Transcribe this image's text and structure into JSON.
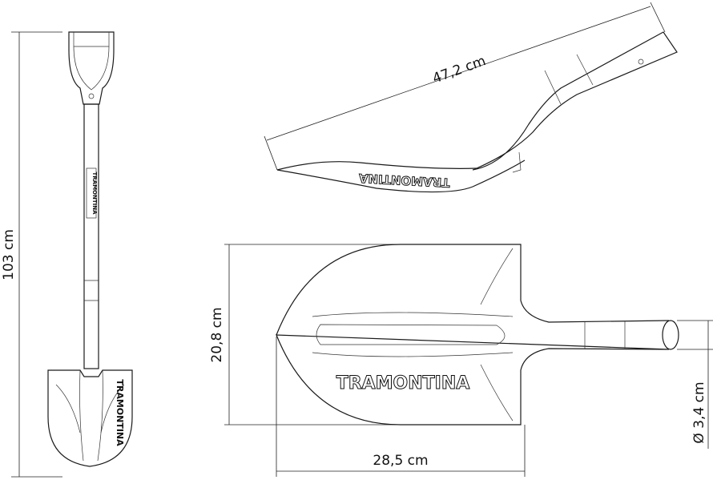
{
  "brand": "TRAMONTINA",
  "dimensions": {
    "total_length": "103 cm",
    "blade_length_side": "47,2 cm",
    "blade_height": "20,8 cm",
    "blade_width": "28,5 cm",
    "handle_diameter": "Ø 3,4 cm"
  }
}
